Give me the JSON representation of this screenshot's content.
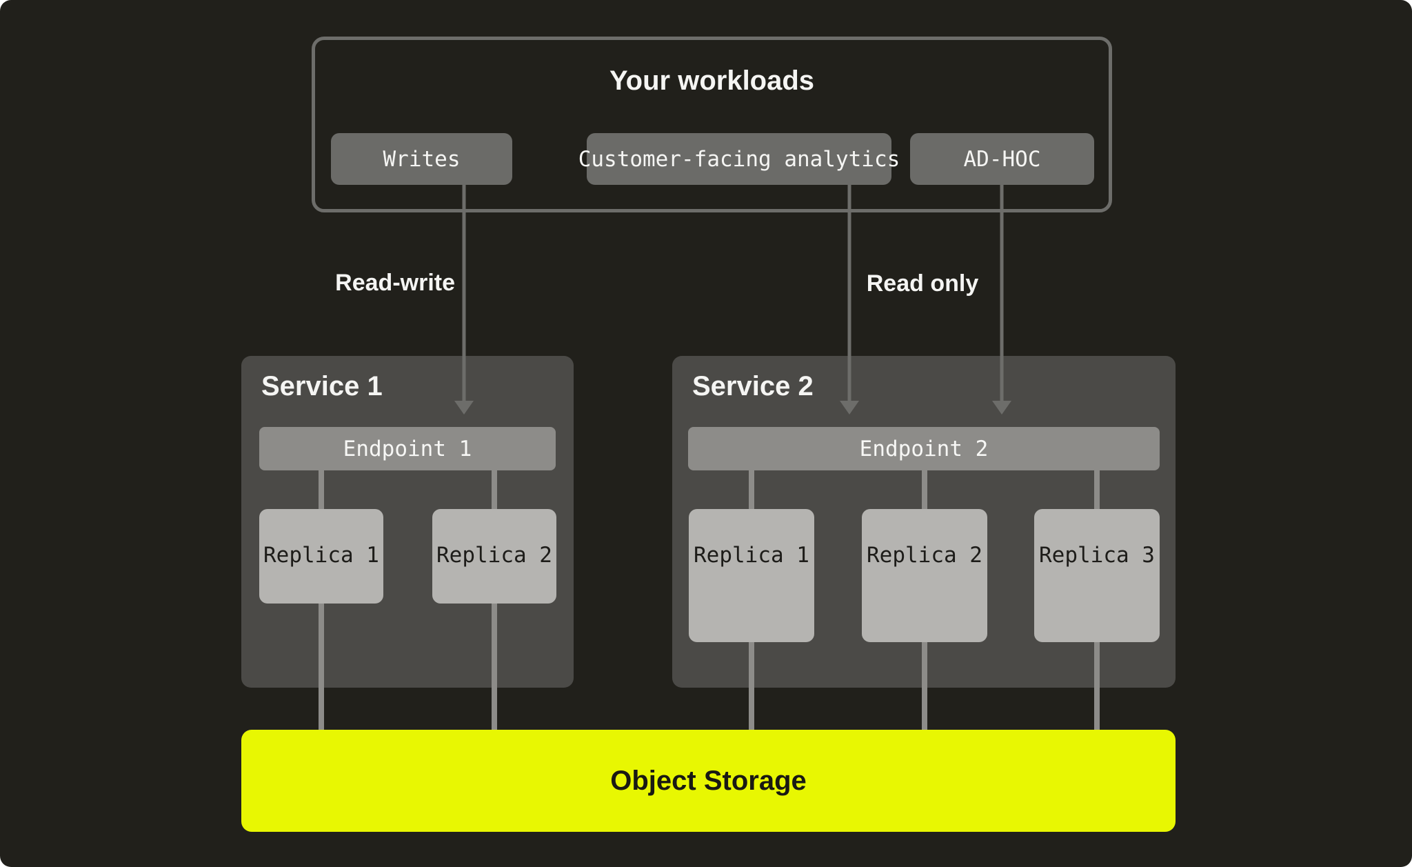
{
  "diagram": {
    "workloads": {
      "title": "Your workloads",
      "items": [
        {
          "label": "Writes"
        },
        {
          "label": "Customer-facing analytics"
        },
        {
          "label": "AD-HOC"
        }
      ]
    },
    "edge_labels": {
      "read_write": "Read-write",
      "read_only": "Read only"
    },
    "services": [
      {
        "title": "Service 1",
        "endpoint": "Endpoint 1",
        "replicas": [
          "Replica 1",
          "Replica 2"
        ]
      },
      {
        "title": "Service 2",
        "endpoint": "Endpoint 2",
        "replicas": [
          "Replica 1",
          "Replica 2",
          "Replica 3"
        ]
      }
    ],
    "storage": {
      "label": "Object Storage"
    },
    "colors": {
      "page_bg": "#ffffff",
      "card_bg": "#21201b",
      "outline_and_arrow_gray": "#6d6d6a",
      "chip_gray": "#6b6b68",
      "service_gray": "#4b4a47",
      "endpoint_and_wire_gray": "#8d8c89",
      "replica_gray": "#b5b4b1",
      "accent_yellow": "#e8f702",
      "text_light": "#f5f5f3",
      "text_dark": "#1d1c19"
    }
  }
}
